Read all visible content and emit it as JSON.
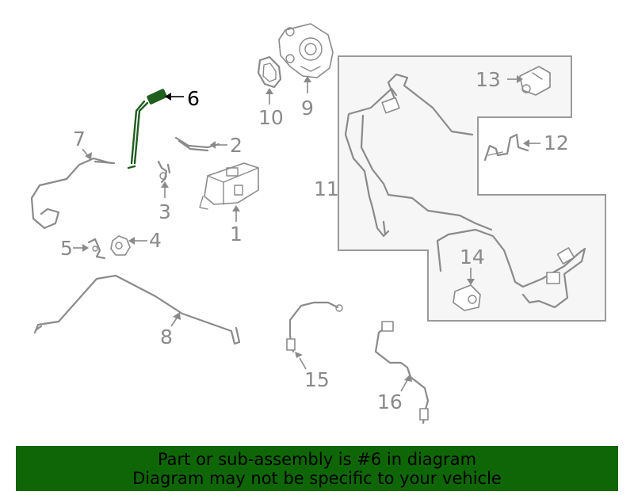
{
  "diagram": {
    "highlighted_part": "6",
    "callouts": {
      "c1": "1",
      "c2": "2",
      "c3": "3",
      "c4": "4",
      "c5": "5",
      "c6": "6",
      "c7": "7",
      "c8": "8",
      "c9": "9",
      "c10": "10",
      "c11": "11",
      "c12": "12",
      "c13": "13",
      "c14": "14",
      "c15": "15",
      "c16": "16"
    },
    "colors": {
      "highlight_part": "#1f5e1f",
      "banner": "#0f6606",
      "line": "#8a8a8a"
    }
  },
  "banner": {
    "line1": "Part or sub-assembly is #6 in diagram",
    "line2": "Diagram may not be specific to your vehicle"
  }
}
